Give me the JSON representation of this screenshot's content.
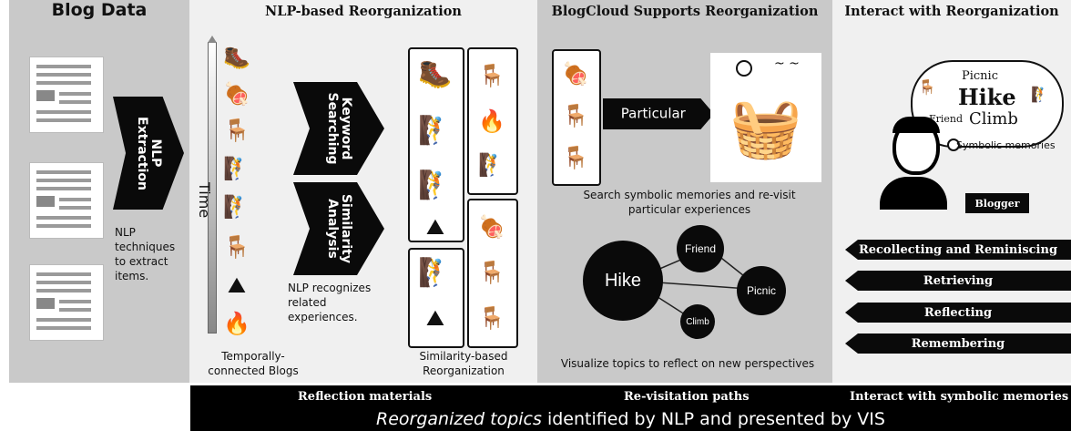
{
  "panels": {
    "blog_data": {
      "title": "Blog Data",
      "arrow": "NLP Extraction",
      "desc": [
        "NLP",
        "techniques",
        "to extract",
        "items."
      ]
    },
    "nlp": {
      "title": "NLP-based Reorganization",
      "time_label": "Time",
      "arrow1": "Keyword Searching",
      "arrow2": "Similarity Analysis",
      "desc": [
        "NLP recognizes",
        "related",
        "experiences."
      ],
      "caption_left": [
        "Temporally-",
        "connected Blogs"
      ],
      "caption_right": [
        "Similarity-based",
        "Reorganization"
      ]
    },
    "blogcloud": {
      "title": "BlogCloud  Supports Reorganization",
      "arrow": "Particular",
      "search_caption": [
        "Search symbolic memories and re-visit",
        "particular experiences"
      ],
      "graph": {
        "hub": "Hike",
        "nodes": [
          "Friend",
          "Picnic",
          "Climb"
        ]
      },
      "vis_caption": "Visualize topics to reflect on new perspectives"
    },
    "interact": {
      "title": "Interact with Reorganization",
      "cloud": {
        "w1": "Picnic",
        "w2": "Hike",
        "w3": "Friend",
        "w4": "Climb"
      },
      "symbolic": "Symbolic memories",
      "blogger": "Blogger",
      "actions": [
        "Recollecting  and Reminiscing",
        "Retrieving",
        "Reflecting",
        "Remembering"
      ]
    }
  },
  "footer": {
    "labels": [
      "Reflection materials",
      "Re-visitation paths",
      "Interact with symbolic memories"
    ],
    "tagline_em": "Reorganized topics",
    "tagline_rest": " identified by NLP and presented by VIS"
  },
  "icons": {
    "hiker": "hiker-icon",
    "grill": "grill-icon",
    "table": "picnic-table-icon",
    "climber": "climber-icon",
    "campfire": "campfire-icon",
    "summit": "summit-icon"
  }
}
